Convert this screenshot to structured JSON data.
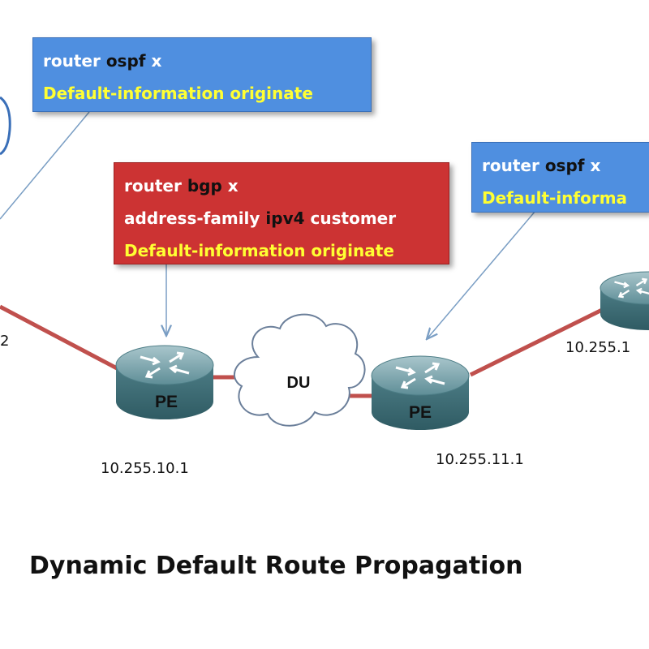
{
  "boxes": {
    "left_ospf": {
      "keyword": "router",
      "protocol": "ospf",
      "process": "x",
      "command": "Default-information originate"
    },
    "bgp": {
      "keyword": "router",
      "protocol": "bgp",
      "process": "x",
      "af_keyword": "address-family",
      "af_type": "ipv4",
      "af_vrf": "customer",
      "command": "Default-information originate"
    },
    "right_ospf": {
      "keyword": "router",
      "protocol": "ospf",
      "process": "x",
      "command": "Default-informa"
    }
  },
  "routers": {
    "pe_left": {
      "label": "PE",
      "ip": "10.255.10.1"
    },
    "pe_right": {
      "label": "PE",
      "ip": "10.255.11.1"
    },
    "ce_right": {
      "ip": "10.255.1"
    },
    "ce_left": {
      "ip": "2"
    }
  },
  "cloud": {
    "label": "DU"
  },
  "title": "Dynamic Default Route Propagation",
  "colors": {
    "link": "#c0504d",
    "box_blue": "#4f8fe0",
    "box_red": "#cc3333",
    "highlight_text": "#ffff33",
    "router_body": "#5a8a92"
  }
}
